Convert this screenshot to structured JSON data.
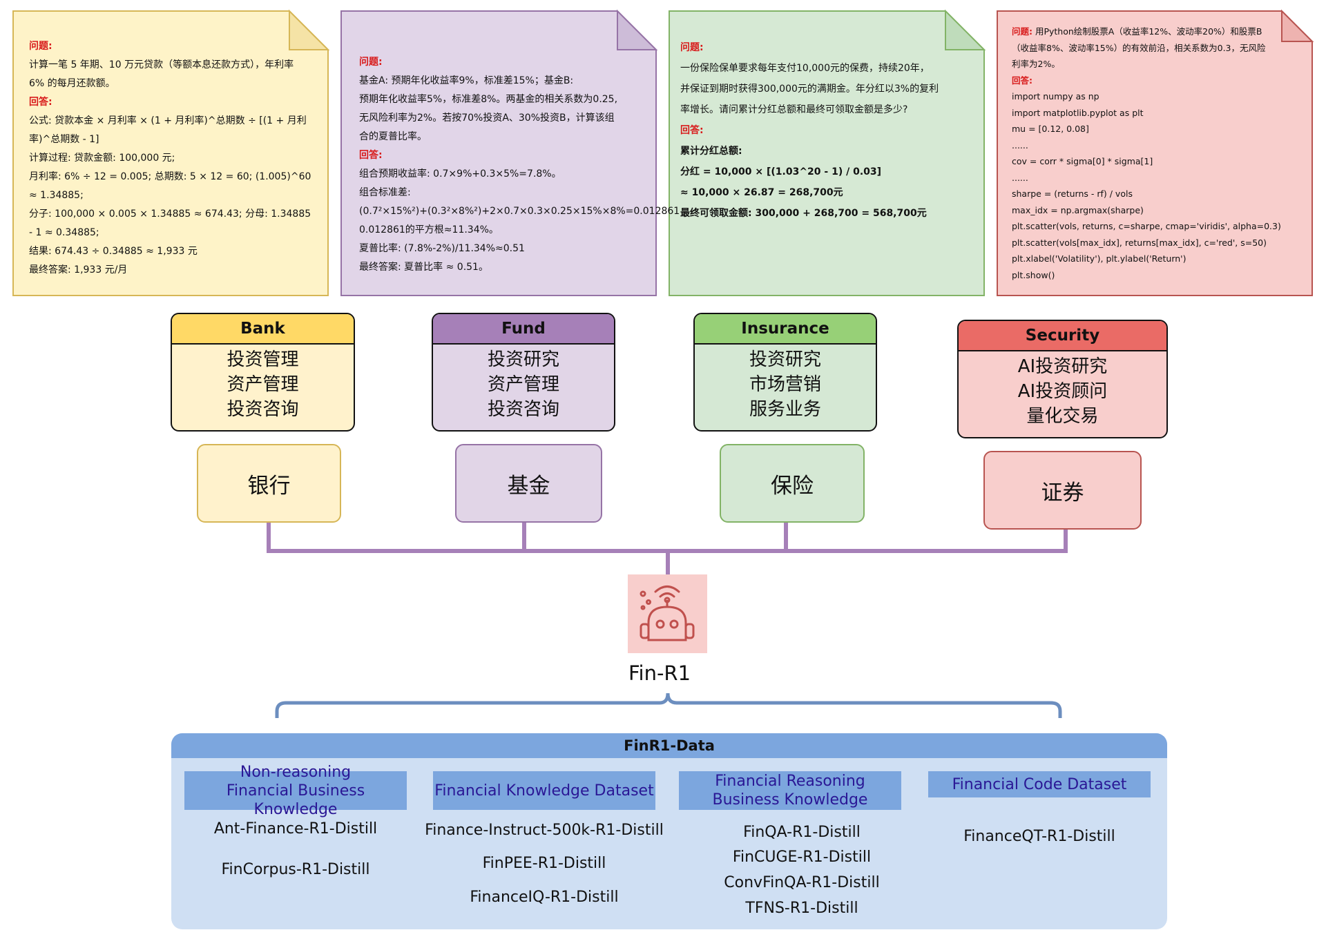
{
  "notes": [
    {
      "lines": [
        {
          "t": "问题:",
          "s": "red"
        },
        {
          "t": "计算一笔 5 年期、10 万元贷款（等额本息还款方式），年利率"
        },
        {
          "t": "6% 的每月还款额。"
        },
        {
          "t": "回答:",
          "s": "red"
        },
        {
          "t": "公式:   贷款本金 × 月利率 × (1 + 月利率)^总期数 ÷ [(1 + 月利"
        },
        {
          "t": "率)^总期数 - 1]"
        },
        {
          "t": "计算过程:   贷款金额: 100,000 元;"
        },
        {
          "t": "月利率: 6% ÷ 12 = 0.005; 总期数: 5 × 12 = 60; (1.005)^60"
        },
        {
          "t": "≈ 1.34885;"
        },
        {
          "t": "分子: 100,000 × 0.005 × 1.34885 ≈ 674.43; 分母: 1.34885"
        },
        {
          "t": "- 1 ≈ 0.34885;"
        },
        {
          "t": "结果: 674.43 ÷ 0.34885 ≈ 1,933 元"
        },
        {
          "t": "最终答案:   1,933 元/月"
        }
      ],
      "fill": "#fef3c8",
      "stroke": "#d6b656"
    },
    {
      "lines": [
        {
          "t": "问题:",
          "s": "red"
        },
        {
          "t": "基金A: 预期年化收益率9%，标准差15%；基金B:"
        },
        {
          "t": "预期年化收益率5%，标准差8%。两基金的相关系数为0.25,"
        },
        {
          "t": "无风险利率为2%。若按70%投资A、30%投资B，计算该组"
        },
        {
          "t": "合的夏普比率。"
        },
        {
          "t": "回答:",
          "s": "red"
        },
        {
          "t": "组合预期收益率: 0.7×9%+0.3×5%=7.8%。"
        },
        {
          "t": "组合标准差:"
        },
        {
          "t": "(0.7²×15%²)+(0.3²×8%²)+2×0.7×0.3×0.25×15%×8%=0.012861"
        },
        {
          "t": "0.012861的平方根≈11.34%。"
        },
        {
          "t": "夏普比率: (7.8%-2%)/11.34%≈0.51"
        },
        {
          "t": "最终答案: 夏普比率 ≈ 0.51。"
        }
      ],
      "fill": "#e1d5e8",
      "stroke": "#9673a6"
    },
    {
      "lines": [
        {
          "t": "问题:",
          "s": "red"
        },
        {
          "t": "一份保险保单要求每年支付10,000元的保费，持续20年，"
        },
        {
          "t": "并保证到期时获得300,000元的满期金。年分红以3%的复利"
        },
        {
          "t": "率增长。请问累计分红总额和最终可领取金额是多少?"
        },
        {
          "t": " "
        },
        {
          "t": "回答:",
          "s": "red"
        },
        {
          "t": "累计分红总额:",
          "s": "b"
        },
        {
          "t": "分红 = 10,000 × [(1.03^20 - 1) / 0.03]",
          "s": "b"
        },
        {
          "t": "≈ 10,000 × 26.87 = 268,700元",
          "s": "b"
        },
        {
          "t": "最终可领取金额: 300,000 + 268,700 = 568,700元",
          "s": "b"
        }
      ],
      "fill": "#d6e9d4",
      "stroke": "#82b366"
    },
    {
      "lines": [
        {
          "t": "问题: 用Python绘制股票A（收益率12%、波动率20%）和股票B",
          "s": "redhead"
        },
        {
          "t": "（收益率8%、波动率15%）的有效前沿，相关系数为0.3，无风险"
        },
        {
          "t": "利率为2%。"
        },
        {
          "t": "回答:",
          "s": "red"
        },
        {
          "t": "import numpy as np"
        },
        {
          "t": "import matplotlib.pyplot as plt"
        },
        {
          "t": "mu = [0.12, 0.08]"
        },
        {
          "t": "......"
        },
        {
          "t": "cov = corr * sigma[0] * sigma[1]"
        },
        {
          "t": "......"
        },
        {
          "t": "sharpe = (returns - rf) / vols"
        },
        {
          "t": "max_idx = np.argmax(sharpe)"
        },
        {
          "t": "plt.scatter(vols, returns, c=sharpe, cmap='viridis', alpha=0.3)"
        },
        {
          "t": "plt.scatter(vols[max_idx], returns[max_idx], c='red', s=50)"
        },
        {
          "t": "plt.xlabel('Volatility'), plt.ylabel('Return')"
        },
        {
          "t": "plt.show()"
        }
      ],
      "fill": "#f8cecc",
      "stroke": "#b85450"
    }
  ],
  "domains": [
    {
      "title": "Bank",
      "items": [
        "投资管理",
        "资产管理",
        "投资咨询"
      ],
      "cn": "银行",
      "head": "#ffd966",
      "body": "#fff2cc",
      "cnfill": "#fff2cc",
      "cnstroke": "#d6b656"
    },
    {
      "title": "Fund",
      "items": [
        "投资研究",
        "资产管理",
        "投资咨询"
      ],
      "cn": "基金",
      "head": "#a680b8",
      "body": "#e1d5e7",
      "cnfill": "#e1d5e7",
      "cnstroke": "#9673a6"
    },
    {
      "title": "Insurance",
      "items": [
        "投资研究",
        "市场营销",
        "服务业务"
      ],
      "cn": "保险",
      "head": "#97d077",
      "body": "#d5e8d4",
      "cnfill": "#d5e8d4",
      "cnstroke": "#82b366"
    },
    {
      "title": "Security",
      "items": [
        "AI投资研究",
        "AI投资顾问",
        "量化交易"
      ],
      "cn": "证券",
      "head": "#ea6b66",
      "body": "#f8cecc",
      "cnfill": "#f8cecc",
      "cnstroke": "#b85450"
    }
  ],
  "model": {
    "name": "Fin-R1",
    "icon": "robot-icon"
  },
  "dataset": {
    "title": "FinR1-Data",
    "categories": [
      {
        "label": "Non-reasoning Financial Business Knowledge",
        "items": [
          "Ant-Finance-R1-Distill",
          "FinCorpus-R1-Distill"
        ]
      },
      {
        "label": "Financial Knowledge Dataset",
        "items": [
          "Finance-Instruct-500k-R1-Distill",
          "FinPEE-R1-Distill",
          "FinanceIQ-R1-Distill"
        ]
      },
      {
        "label": "Financial Reasoning Business Knowledge",
        "items": [
          "FinQA-R1-Distill",
          "FinCUGE-R1-Distill",
          "ConvFinQA-R1-Distill",
          "TFNS-R1-Distill"
        ]
      },
      {
        "label": "Financial Code Dataset",
        "items": [
          "FinanceQT-R1-Distill"
        ]
      }
    ]
  },
  "colors": {
    "connector": "#a680b8",
    "brace": "#6c8ebf",
    "panel": "#cfdff3",
    "panel_header": "#7ca6de",
    "category_text": "#2a1795"
  }
}
